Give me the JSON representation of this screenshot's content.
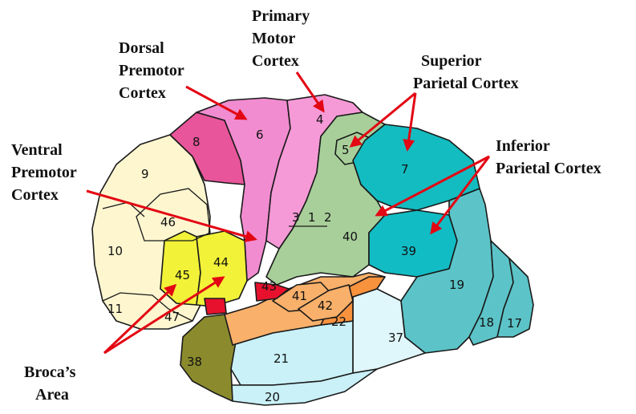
{
  "colors": {
    "prefrontal": "#fdf6cf",
    "area8": "#e8559a",
    "premotor": "#f18cd0",
    "motor": "#f59ad7",
    "somatosensory": "#a8cf9a",
    "superior_parietal": "#13bcc0",
    "inferior_parietal_39": "#12bcc4",
    "visual_assoc": "#5cc4c8",
    "temporal_light": "#c9f1f7",
    "temporal_mid": "#dff6fa",
    "temporal_38": "#8b8b2e",
    "auditory": "#f8b06a",
    "area22": "#f8923d",
    "broca": "#f2f238",
    "area43": "#e8112d",
    "arrow": "#e30613"
  },
  "labels": {
    "primary_motor": [
      "Primary",
      "Motor",
      "Cortex"
    ],
    "dorsal_premotor": [
      "Dorsal",
      "Premotor",
      "Cortex"
    ],
    "superior_parietal": [
      "Superior",
      "Parietal Cortex"
    ],
    "inferior_parietal": [
      "Inferior",
      "Parietal Cortex"
    ],
    "ventral_premotor": [
      "Ventral",
      "Premotor",
      "Cortex"
    ],
    "broca": [
      "Broca’s",
      "Area"
    ]
  },
  "areas": {
    "a4": "4",
    "a6": "6",
    "a8": "8",
    "a9": "9",
    "a46": "46",
    "a10": "10",
    "a11": "11",
    "a47": "47",
    "a45": "45",
    "a44": "44",
    "a43": "43",
    "a5": "5",
    "a7": "7",
    "a40": "40",
    "a39": "39",
    "a19": "19",
    "a18": "18",
    "a17": "17",
    "a41": "41",
    "a42": "42",
    "a22": "22",
    "a21": "21",
    "a20": "20",
    "a37": "37",
    "a38": "38",
    "a3": "3",
    "a1": "1",
    "a2": "2"
  }
}
